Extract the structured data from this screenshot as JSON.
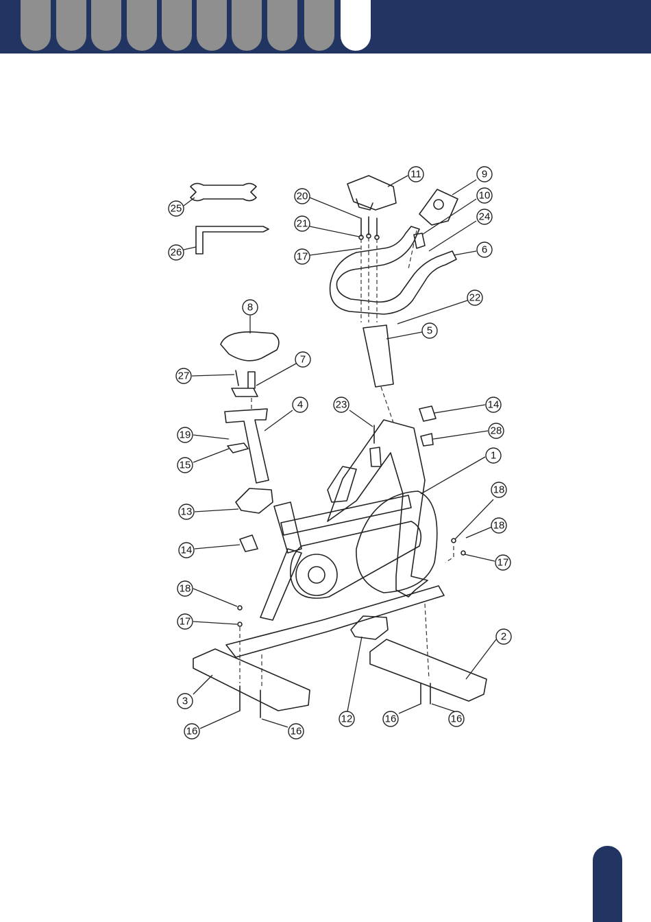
{
  "header": {
    "tabs": [
      {
        "state": "inactive"
      },
      {
        "state": "inactive"
      },
      {
        "state": "inactive"
      },
      {
        "state": "inactive"
      },
      {
        "state": "inactive"
      },
      {
        "state": "inactive"
      },
      {
        "state": "inactive"
      },
      {
        "state": "inactive"
      },
      {
        "state": "inactive"
      },
      {
        "state": "active"
      }
    ],
    "band_color": "#223461",
    "tab_color": "#8f8f8f"
  },
  "diagram": {
    "callouts": [
      "25",
      "26",
      "20",
      "21",
      "17",
      "11",
      "9",
      "10",
      "24",
      "6",
      "22",
      "5",
      "8",
      "7",
      "27",
      "4",
      "19",
      "15",
      "13",
      "14",
      "23",
      "14",
      "28",
      "1",
      "18",
      "18",
      "17",
      "18",
      "17",
      "2",
      "3",
      "16",
      "16",
      "12",
      "16",
      "16"
    ]
  }
}
